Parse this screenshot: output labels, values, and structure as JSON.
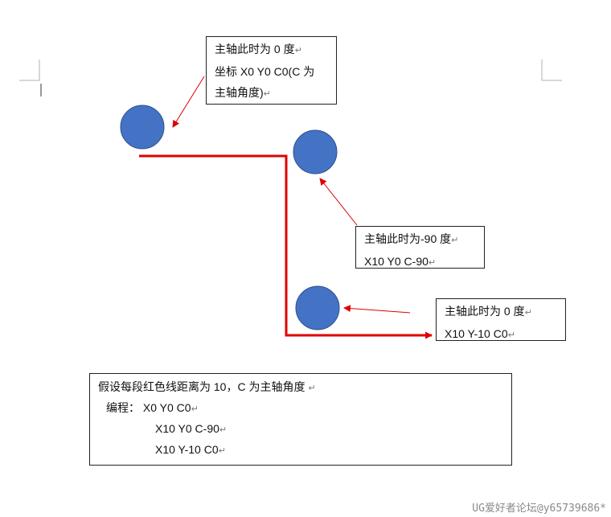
{
  "callouts": {
    "c0": {
      "line1": "主轴此时为 0 度",
      "line2": "坐标 X0 Y0 C0(C 为",
      "line3": "主轴角度)"
    },
    "c1": {
      "line1": "主轴此时为-90 度",
      "line2": "X10 Y0 C-90"
    },
    "c2": {
      "line1": "主轴此时为 0 度",
      "line2": "X10 Y-10 C0"
    }
  },
  "note": {
    "line1": "假设每段红色线距离为 10，C 为主轴角度",
    "line2": "编程： X0 Y0 C0",
    "line3": "X10 Y0 C-90",
    "line4": "X10 Y-10 C0"
  },
  "para_mark": "↵",
  "watermark": "UG爱好者论坛@y65739686*",
  "colors": {
    "path": "#e00000",
    "circle": "#4472c4",
    "circle_stroke": "#2f528f",
    "arrow": "#e00000"
  }
}
